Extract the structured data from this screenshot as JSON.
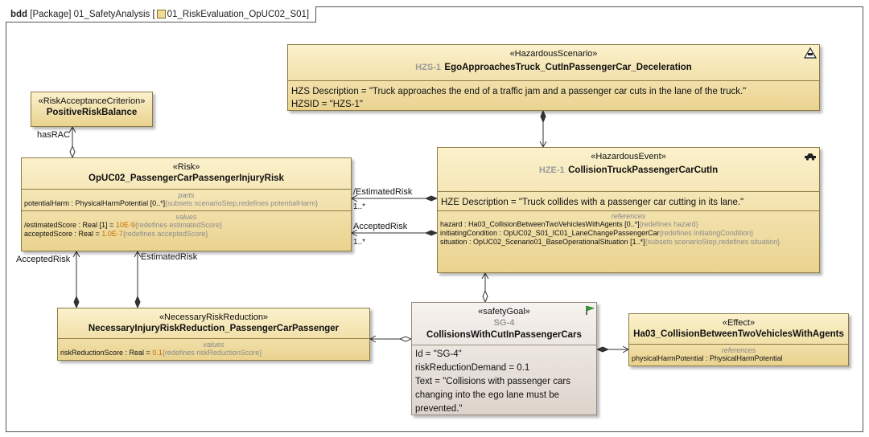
{
  "diagram": {
    "tab": {
      "type": "bdd",
      "kind": "[Package]",
      "package": "01_SafetyAnalysis",
      "diagram_name": "01_RiskEvaluation_OpUC02_S01"
    }
  },
  "hazardous_scenario": {
    "stereotype": "«HazardousScenario»",
    "id": "HZS-1",
    "name": "EgoApproachesTruck_CutInPassengerCar_Deceleration",
    "description": "HZS Description = \"Truck approaches the end of a traffic jam and a passenger car cuts in the lane of the truck.\"",
    "hzsid": "HZSID = \"HZS-1\""
  },
  "risk_acceptance": {
    "stereotype": "«RiskAcceptanceCriterion»",
    "name": "PositiveRiskBalance"
  },
  "risk": {
    "stereotype": "«Risk»",
    "name": "OpUC02_PassengerCarPassengerInjuryRisk",
    "parts_title": "parts",
    "parts": [
      {
        "text": "potentialHarm : PhysicalHarmPotential [0..*]",
        "extra": "{subsets scenarioStep,redefines potentialHarm}"
      }
    ],
    "values_title": "values",
    "values": [
      {
        "text": "/estimatedScore : Real [1] = ",
        "value": "10E-9",
        "extra": "{redefines estimatedScore}"
      },
      {
        "text": "acceptedScore : Real = ",
        "value": "1.0E-7",
        "extra": "{redefines acceptedScore}"
      }
    ]
  },
  "hazardous_event": {
    "stereotype": "«HazardousEvent»",
    "id": "HZE-1",
    "name": "CollisionTruckPassengerCarCutIn",
    "description": "HZE Description = \"Truck collides with a passenger car cutting in its lane.\"",
    "references_title": "references",
    "references": [
      {
        "text": "hazard : Ha03_CollisionBetweenTwoVehiclesWithAgents [0..*]",
        "extra": "{redefines hazard}"
      },
      {
        "text": "initiatingCondition : OpUC02_S01_IC01_LaneChangePassengerCar",
        "extra": "{redefines initiatingCondition}"
      },
      {
        "text": "situation : OpUC02_Scenario01_BaseOperationalSituation [1..*]",
        "extra": "{subsets scenarioStep,redefines situation}"
      }
    ]
  },
  "necessary_reduction": {
    "stereotype": "«NecessaryRiskReduction»",
    "name": "NecessaryInjuryRiskReduction_PassengerCarPassenger",
    "values_title": "values",
    "values": [
      {
        "text": "riskReductionScore : Real = ",
        "value": "0.1",
        "extra": "{redefines riskReductionScore}"
      }
    ]
  },
  "safety_goal": {
    "stereotype": "«safetyGoal»",
    "id": "SG-4",
    "name": "CollisionsWithCutInPassengerCars",
    "attributes": [
      "Id = \"SG-4\"",
      "riskReductionDemand = 0.1",
      "Text = \"Collisions with passenger cars changing into the ego lane must be prevented.\""
    ]
  },
  "effect": {
    "stereotype": "«Effect»",
    "name": "Ha03_CollisionBetweenTwoVehiclesWithAgents",
    "references_title": "references",
    "references": [
      {
        "text": "physicalHarmPotential : PhysicalHarmPotential"
      }
    ]
  },
  "connector_labels": {
    "has_rac": "hasRAC",
    "estimated_risk_top": "/EstimatedRisk",
    "accepted_risk_top": "AcceptedRisk",
    "mult_1": "1..*",
    "mult_2": "1..*",
    "accepted_risk_bottom": "AcceptedRisk",
    "estimated_risk_bottom": "EstimatedRisk"
  },
  "icons": [
    "hazard-triangle-icon",
    "car-icon",
    "flag-icon",
    "diagram-icon"
  ],
  "colors": {
    "block_top": "#fbf1cc",
    "block_bottom": "#ead38f",
    "goal_top": "#f6f2ef",
    "goal_bottom": "#ddd3cb",
    "accent_value": "#c66a00",
    "flag": "#2e9e2e"
  }
}
